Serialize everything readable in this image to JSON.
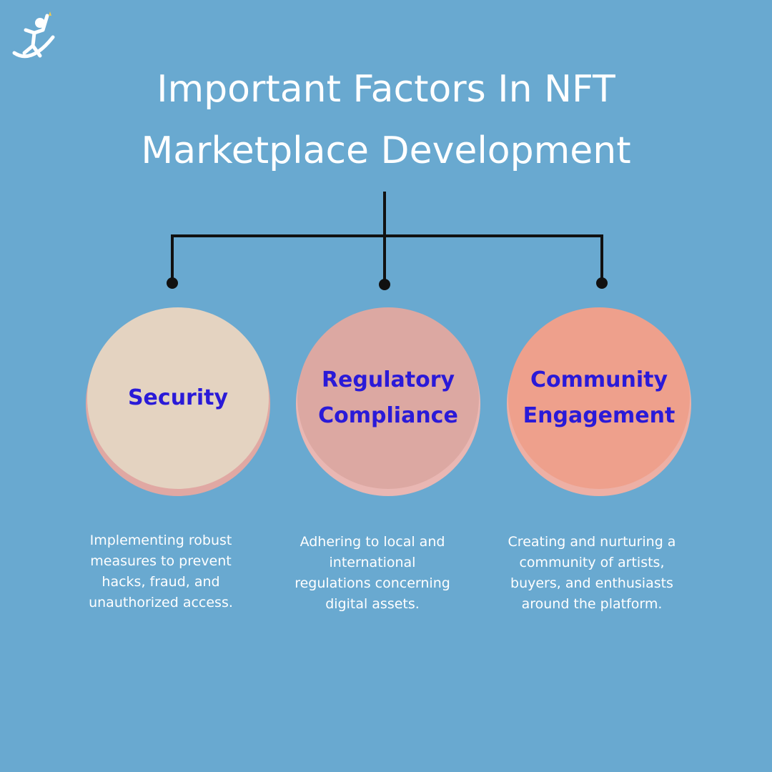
{
  "logo": {
    "icon": "person-swoosh-logo"
  },
  "title": {
    "line1": "Important Factors In NFT",
    "line2": "Marketplace Development"
  },
  "colors": {
    "background": "#69a9d0",
    "title_text": "#ffffff",
    "label_text": "#2a1ad8",
    "connector": "#111111"
  },
  "factors": [
    {
      "label_lines": [
        "Security"
      ],
      "description_lines": [
        "Implementing robust",
        "measures to prevent",
        "hacks, fraud, and",
        "unauthorized access."
      ],
      "fill": "#e4d3c1",
      "ring": "#e0a8a3"
    },
    {
      "label_lines": [
        "Regulatory",
        "Compliance"
      ],
      "description_lines": [
        "Adhering to local and",
        "international",
        "regulations concerning",
        "digital assets."
      ],
      "fill": "#dca8a2",
      "ring": "#e9b7b3"
    },
    {
      "label_lines": [
        "Community",
        "Engagement"
      ],
      "description_lines": [
        "Creating and nurturing a",
        "community of artists,",
        "buyers, and enthusiasts",
        "around the platform."
      ],
      "fill": "#eea08c",
      "ring": "#edb0a5"
    }
  ]
}
